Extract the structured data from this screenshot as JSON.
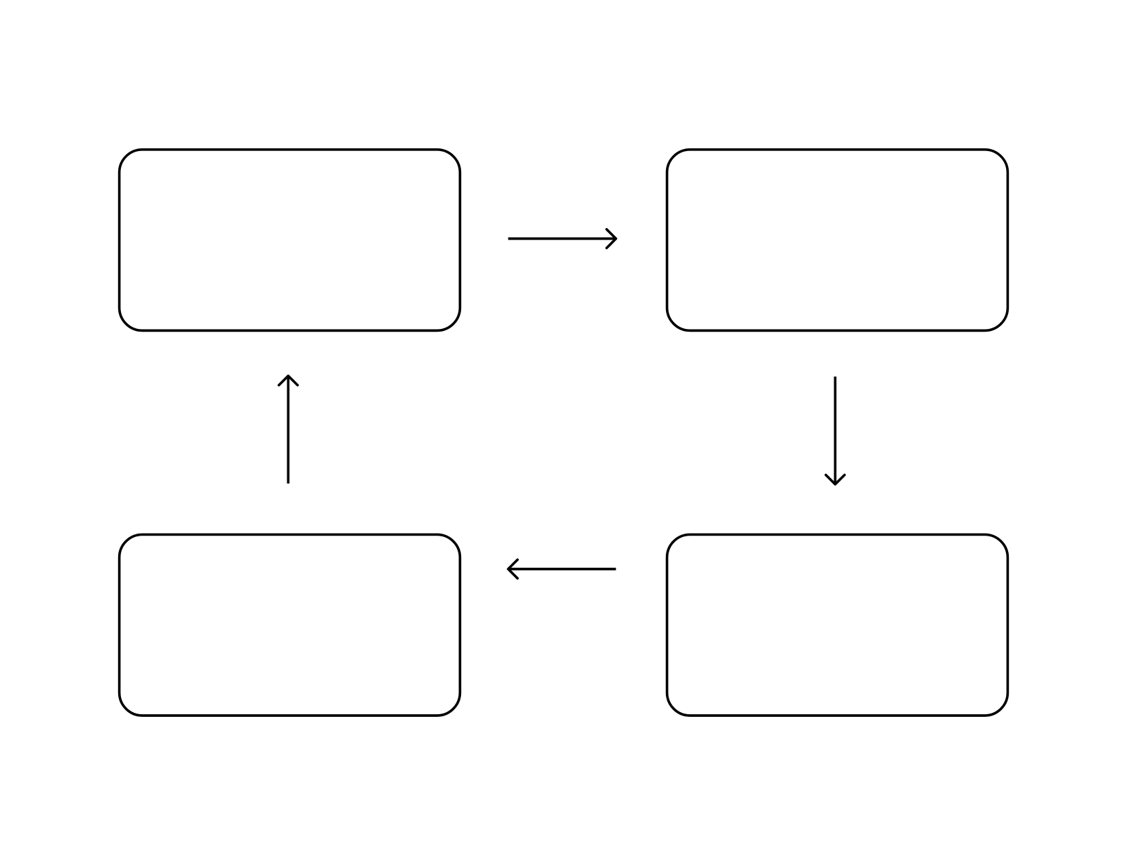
{
  "colors": {
    "stroke": "#000000",
    "background": "#ffffff"
  },
  "diagram": {
    "nodes": [
      {
        "id": "top-left",
        "label": ""
      },
      {
        "id": "top-right",
        "label": ""
      },
      {
        "id": "bottom-right",
        "label": ""
      },
      {
        "id": "bottom-left",
        "label": ""
      }
    ],
    "edges": [
      {
        "from": "top-left",
        "to": "top-right"
      },
      {
        "from": "top-right",
        "to": "bottom-right"
      },
      {
        "from": "bottom-right",
        "to": "bottom-left"
      },
      {
        "from": "bottom-left",
        "to": "top-left"
      }
    ]
  }
}
